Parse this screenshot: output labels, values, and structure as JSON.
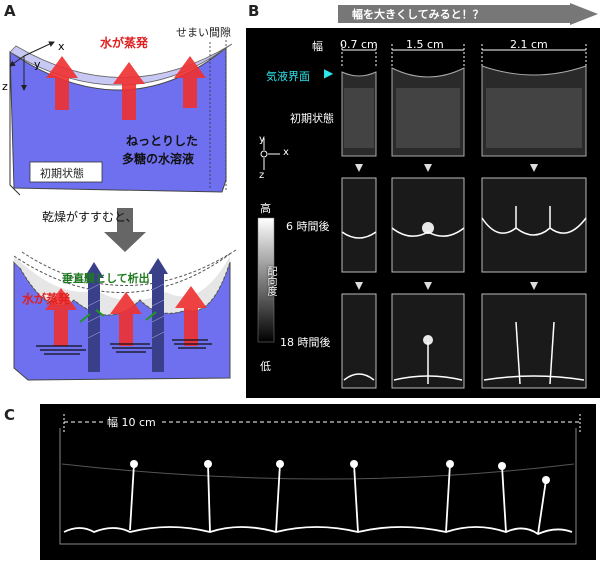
{
  "panelA": {
    "label": "A",
    "axis_x": "x",
    "axis_y": "y",
    "axis_z": "z",
    "evaporation": "水が蒸発",
    "narrow_gap": "せまい間隙",
    "solution_line1": "ねっとりした",
    "solution_line2": "多糖の水溶液",
    "initial_state": "初期状態",
    "drying_progress": "乾燥がすすむと、",
    "vertical_membrane": "垂直膜として析出",
    "evaporation2": "水が蒸発"
  },
  "panelB": {
    "label": "B",
    "banner": "幅を大きくしてみると！？",
    "width_label": "幅",
    "widths": [
      "0.7 cm",
      "1.5 cm",
      "2.1 cm"
    ],
    "interface_label": "気液界面",
    "rows": [
      "初期状態",
      "6 時間後",
      "18 時間後"
    ],
    "axis_y": "y",
    "axis_x": "x",
    "axis_z": "z",
    "scale_high": "高",
    "scale_title": "配向度",
    "scale_low": "低"
  },
  "panelC": {
    "label": "C",
    "width_label": "幅 10 cm"
  },
  "colors": {
    "solution_blue": "#6e70f0",
    "arrow_red": "#ee3030",
    "membrane_dark": "#3a3f8a",
    "title_red": "#e02020",
    "green_text": "#1e7a1e",
    "cyan": "#2ee6ee"
  }
}
